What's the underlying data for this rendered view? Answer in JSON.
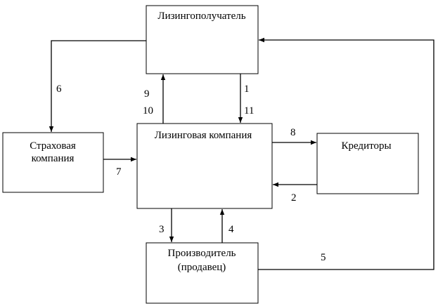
{
  "nodes": {
    "lessee": {
      "label": "Лизингополучатель"
    },
    "insurer": {
      "label_lines": [
        "Страховая",
        "компания"
      ]
    },
    "leasing_company": {
      "label": "Лизинговая компания"
    },
    "creditors": {
      "label": "Кредиторы"
    },
    "manufacturer": {
      "label_lines": [
        "Производитель",
        "(продавец)"
      ]
    }
  },
  "edges": {
    "e1": "1",
    "e2": "2",
    "e3": "3",
    "e4": "4",
    "e5": "5",
    "e6": "6",
    "e7": "7",
    "e8": "8",
    "e9": "9",
    "e10": "10",
    "e11": "11"
  }
}
